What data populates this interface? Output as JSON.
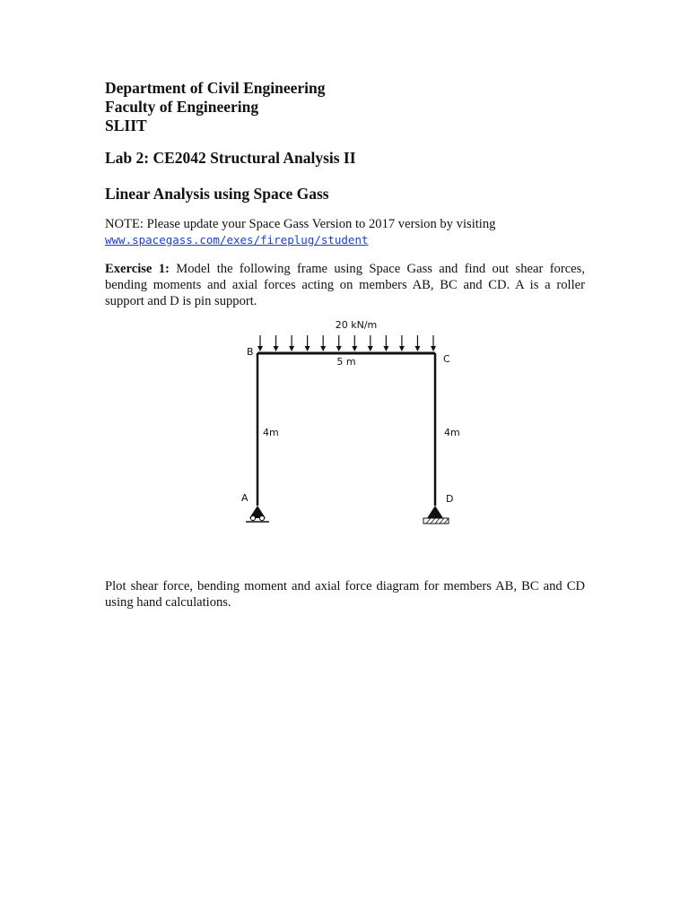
{
  "header": {
    "department": "Department of Civil Engineering",
    "faculty": "Faculty of Engineering",
    "institution": "SLIIT"
  },
  "lab_title": "Lab 2: CE2042 Structural Analysis II",
  "section_title": "Linear Analysis using Space Gass",
  "note": {
    "text": "NOTE: Please update your Space Gass Version to 2017 version by visiting",
    "link": "www.spacegass.com/exes/fireplug/student"
  },
  "exercise": {
    "label": "Exercise 1:",
    "text": "Model the following frame using Space Gass and find out shear forces, bending moments and axial forces acting on members AB, BC and CD. A is a roller support and D is pin support."
  },
  "figure": {
    "load_label": "20 kN/m",
    "span_label": "5 m",
    "left_height_label": "4m",
    "right_height_label": "4m",
    "node_a": "A",
    "node_b": "B",
    "node_c": "C",
    "node_d": "D",
    "arrow_count": 12
  },
  "instruction": "Plot shear force, bending moment and axial force diagram for members AB, BC and CD using hand calculations."
}
